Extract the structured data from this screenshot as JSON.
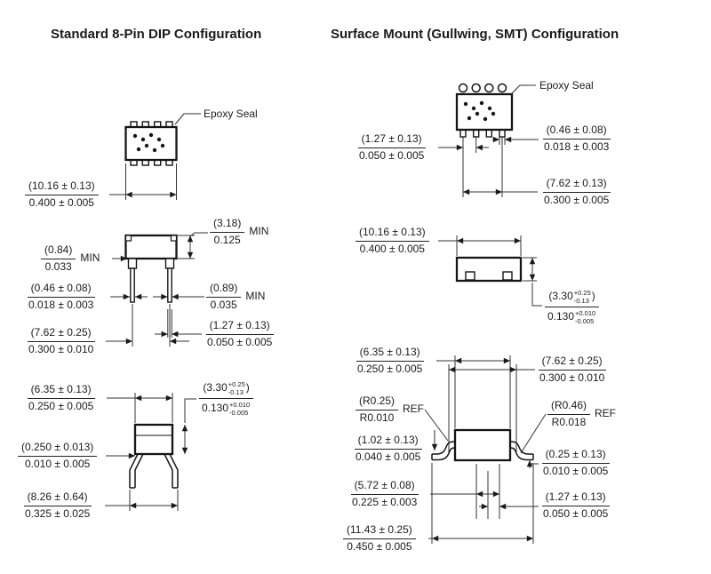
{
  "titles": {
    "dip": "Standard 8-Pin DIP Configuration",
    "smt": "Surface Mount (Gullwing, SMT) Configuration"
  },
  "callouts": {
    "dip_epoxy_seal": "Epoxy Seal",
    "smt_epoxy_seal": "Epoxy Seal"
  },
  "dip_dims": {
    "body_width": {
      "metric": "(10.16 ± 0.13)",
      "inch": "0.400 ± 0.005"
    },
    "standoff_min": {
      "metric": "(3.18)",
      "inch": "0.125",
      "note": "MIN"
    },
    "shoulder_min": {
      "metric": "(0.84)",
      "inch": "0.033",
      "note": "MIN"
    },
    "lead_thickness": {
      "metric": "(0.46 ± 0.08)",
      "inch": "0.018 ± 0.003"
    },
    "lead_tip_min": {
      "metric": "(0.89)",
      "inch": "0.035",
      "note": "MIN"
    },
    "row_spacing": {
      "metric": "(7.62 ± 0.25)",
      "inch": "0.300 ± 0.010"
    },
    "lead_width": {
      "metric": "(1.27 ± 0.13)",
      "inch": "0.050 ± 0.005"
    },
    "body_depth": {
      "metric": "(6.35 ± 0.13)",
      "inch": "0.250 ± 0.005"
    },
    "seated_height": {
      "metric_main": "(3.30",
      "metric_plus": "+0.25",
      "metric_minus": "-0.13",
      "metric_close": ")",
      "inch_main": "0.130",
      "inch_plus": "+0.010",
      "inch_minus": "-0.005"
    },
    "lead_frame": {
      "metric": "(0.250 ± 0.013)",
      "inch": "0.010 ± 0.005"
    },
    "lead_span": {
      "metric": "(8.26 ± 0.64)",
      "inch": "0.325 ± 0.025"
    }
  },
  "smt_dims": {
    "lead_pitch": {
      "metric": "(1.27 ± 0.13)",
      "inch": "0.050 ± 0.005"
    },
    "lead_width": {
      "metric": "(0.46 ± 0.08)",
      "inch": "0.018 ± 0.003"
    },
    "tip_span": {
      "metric": "(7.62 ± 0.13)",
      "inch": "0.300 ± 0.005"
    },
    "body_length": {
      "metric": "(10.16 ± 0.13)",
      "inch": "0.400 ± 0.005"
    },
    "body_height": {
      "metric_main": "(3.30",
      "metric_plus": "+0.25",
      "metric_minus": "-0.13",
      "metric_close": ")",
      "inch_main": "0.130",
      "inch_plus": "+0.010",
      "inch_minus": "-0.005"
    },
    "body_width": {
      "metric": "(6.35 ± 0.13)",
      "inch": "0.250 ± 0.005"
    },
    "lead_span": {
      "metric": "(7.62 ± 0.25)",
      "inch": "0.300 ± 0.010"
    },
    "radius_upper": {
      "metric": "(R0.25)",
      "inch": "R0.010",
      "note": "REF"
    },
    "radius_lower": {
      "metric": "(R0.46)",
      "inch": "R0.018",
      "note": "REF"
    },
    "foot_length": {
      "metric": "(1.02 ± 0.13)",
      "inch": "0.040 ± 0.005"
    },
    "standoff": {
      "metric": "(0.25 ± 0.13)",
      "inch": "0.010 ± 0.005"
    },
    "half_span": {
      "metric": "(5.72 ± 0.08)",
      "inch": "0.225 ± 0.003"
    },
    "foot_pitch": {
      "metric": "(1.27 ± 0.13)",
      "inch": "0.050 ± 0.005"
    },
    "overall_span": {
      "metric": "(11.43 ± 0.25)",
      "inch": "0.450 ± 0.005"
    }
  }
}
